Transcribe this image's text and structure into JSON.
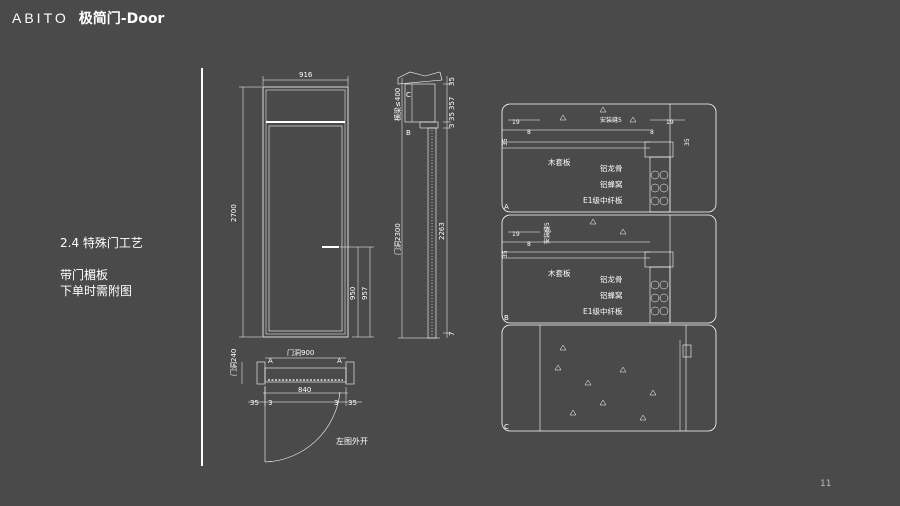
{
  "header": {
    "logo": "ABITO",
    "title": "极简门-Door"
  },
  "section": {
    "title": "2.4 特殊门工艺",
    "notes": [
      "带门楣板",
      "下单时需附图"
    ]
  },
  "elevation": {
    "width_label": "916",
    "height_label": "2700",
    "handle_labels": [
      "950",
      "957"
    ]
  },
  "side_section": {
    "top_dim": "35",
    "transom_dims": [
      "357",
      "35",
      "3"
    ],
    "height_dim": "2263",
    "bottom_dim": "7",
    "transom_note": "横梁≤400",
    "opening_height": "门洞2300",
    "marker_c": "C",
    "marker_b": "B"
  },
  "plan": {
    "opening_width": "门洞900",
    "wall_depth": "门洞240",
    "inner_width": "840",
    "dims_left": [
      "35",
      "3"
    ],
    "dims_right": [
      "3",
      "35"
    ],
    "marker_a": "A",
    "swing_note": "左图外开"
  },
  "details": [
    {
      "marker": "A",
      "dims": [
        "19",
        "8",
        "35",
        "19",
        "8",
        "35"
      ],
      "gap_note": "安装缝5",
      "labels": [
        "木套板",
        "铝龙骨",
        "铝蜂窝",
        "E1级中纤板"
      ]
    },
    {
      "marker": "B",
      "dims": [
        "19",
        "8",
        "35"
      ],
      "gap_note": "安装缝5",
      "labels": [
        "木套板",
        "铝龙骨",
        "铝蜂窝",
        "E1级中纤板"
      ]
    },
    {
      "marker": "C"
    }
  ],
  "footer": {
    "page": "11"
  }
}
